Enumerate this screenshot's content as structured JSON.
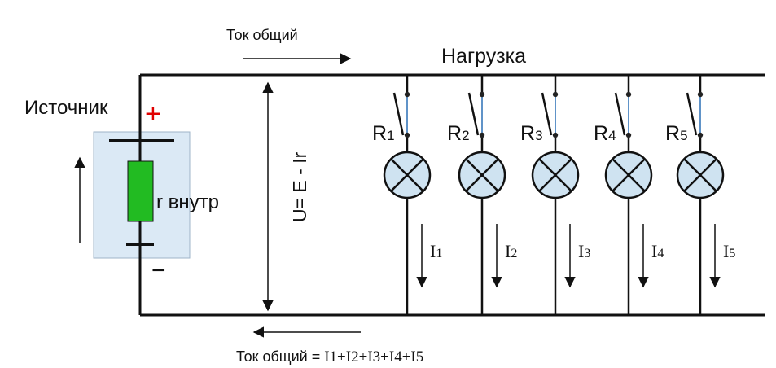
{
  "labels": {
    "current_total_top": "Ток общий",
    "load": "Нагрузка",
    "source": "Источник",
    "plus": "+",
    "minus": "−",
    "r_internal": "r внутр",
    "voltage": "U= E - Ir",
    "current_total_bottom_prefix": "Ток общий = ",
    "current_total_bottom_formula": "I1+I2+I3+I4+I5"
  },
  "branches": [
    {
      "resistor": "R",
      "resistor_sub": "1",
      "current": "I",
      "current_sub": "1"
    },
    {
      "resistor": "R",
      "resistor_sub": "2",
      "current": "I",
      "current_sub": "2"
    },
    {
      "resistor": "R",
      "resistor_sub": "3",
      "current": "I",
      "current_sub": "3"
    },
    {
      "resistor": "R",
      "resistor_sub": "4",
      "current": "I",
      "current_sub": "4"
    },
    {
      "resistor": "R",
      "resistor_sub": "5",
      "current": "I",
      "current_sub": "5"
    }
  ],
  "colors": {
    "wire": "#111111",
    "plus": "#e00000",
    "resistor": "#22bb22",
    "source_box": "#dbe9f5",
    "lamp_fill": "#cfe3f1",
    "switch_contact": "#2a6fb5"
  }
}
